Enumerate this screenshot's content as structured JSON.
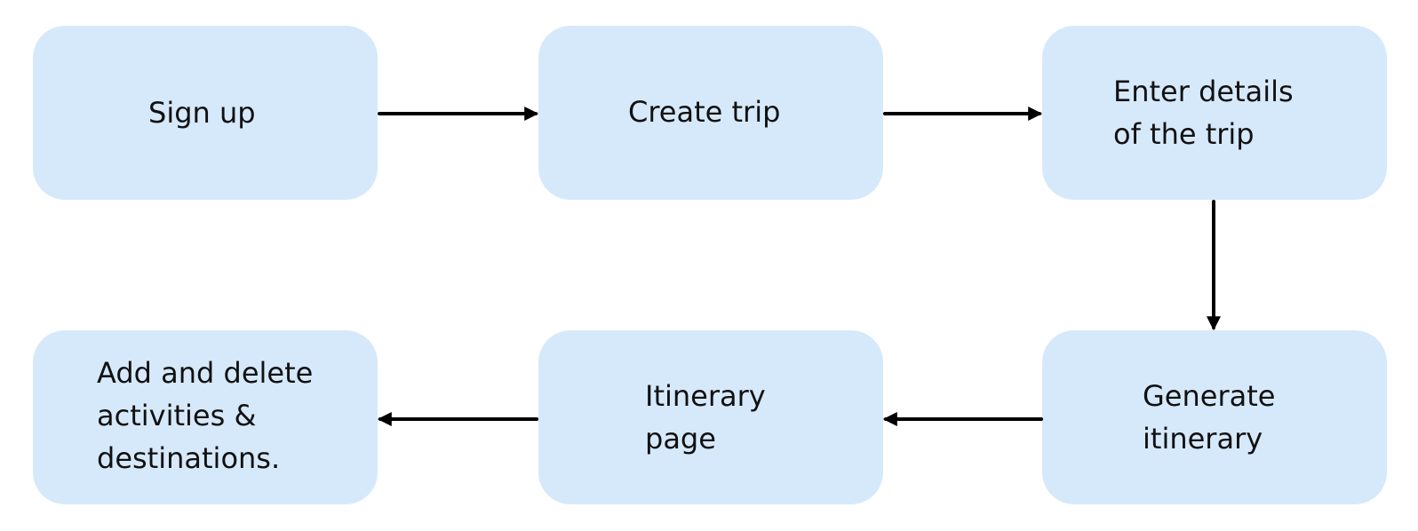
{
  "diagram": {
    "type": "flowchart",
    "colors": {
      "node_fill": "#d6e9fb",
      "text": "#111111",
      "arrow": "#000000"
    },
    "nodes": [
      {
        "id": "sign-up",
        "lines": [
          "Sign up"
        ]
      },
      {
        "id": "create-trip",
        "lines": [
          "Create trip"
        ]
      },
      {
        "id": "enter-details",
        "lines": [
          "Enter details",
          "of the trip"
        ]
      },
      {
        "id": "generate-itinerary",
        "lines": [
          "Generate",
          "itinerary"
        ]
      },
      {
        "id": "itinerary-page",
        "lines": [
          "Itinerary",
          "page"
        ]
      },
      {
        "id": "add-delete",
        "lines": [
          "Add and delete",
          "activities &",
          "destinations."
        ]
      }
    ],
    "edges": [
      {
        "from": "sign-up",
        "to": "create-trip"
      },
      {
        "from": "create-trip",
        "to": "enter-details"
      },
      {
        "from": "enter-details",
        "to": "generate-itinerary"
      },
      {
        "from": "generate-itinerary",
        "to": "itinerary-page"
      },
      {
        "from": "itinerary-page",
        "to": "add-delete"
      }
    ]
  }
}
